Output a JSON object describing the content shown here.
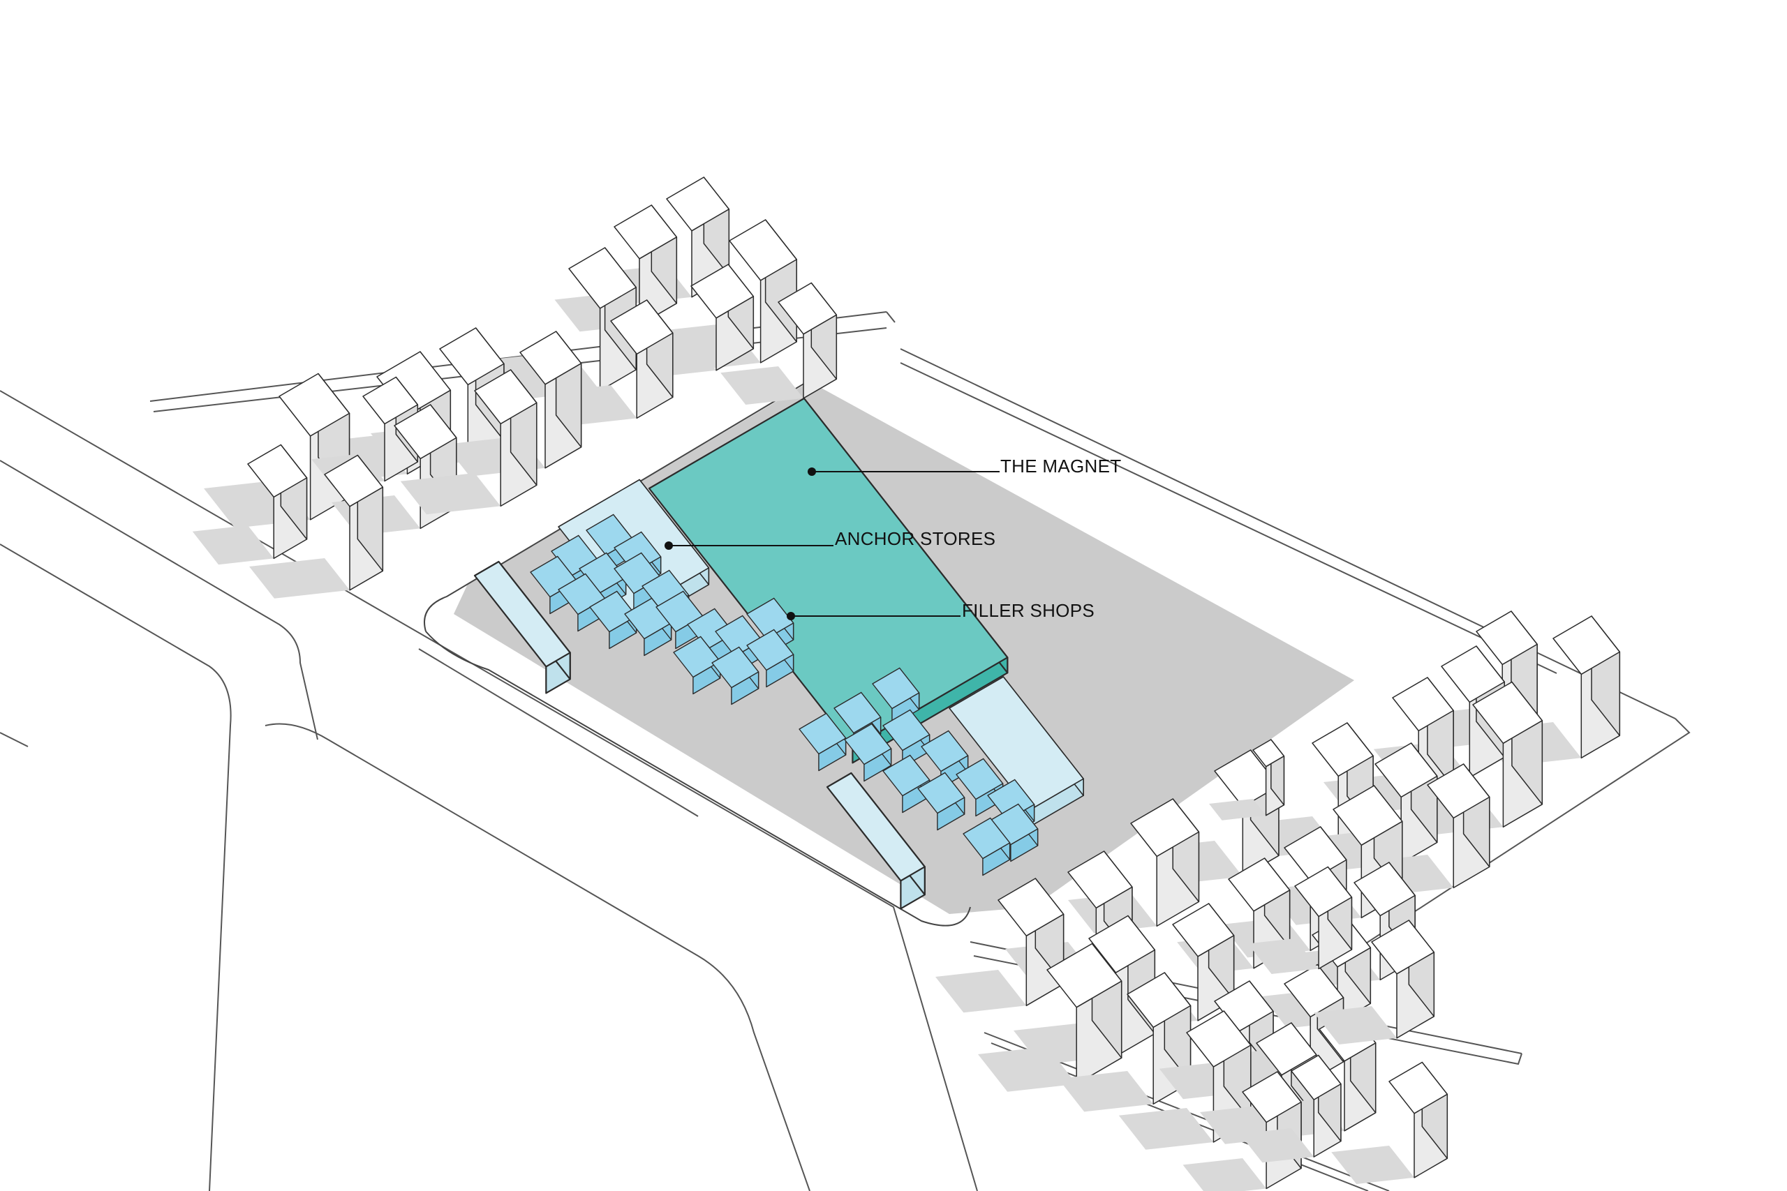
{
  "labels": {
    "magnet": "THE MAGNET",
    "anchor": "ANCHOR STORES",
    "filler": "FILLER SHOPS"
  },
  "colors": {
    "magnet": "#6bc9c2",
    "magnet_side": "#3fb5a9",
    "anchor": "#d4ecf4",
    "anchor_side": "#bfe1ec",
    "filler": "#9dd8ee",
    "filler_side": "#85cbe6",
    "building_top": "#ffffff",
    "building_left": "#ebebeb",
    "building_right": "#dcdcdc",
    "site": "#cbcbcb",
    "shadow": "#d9d9d9",
    "line": "#2b2b2b"
  }
}
